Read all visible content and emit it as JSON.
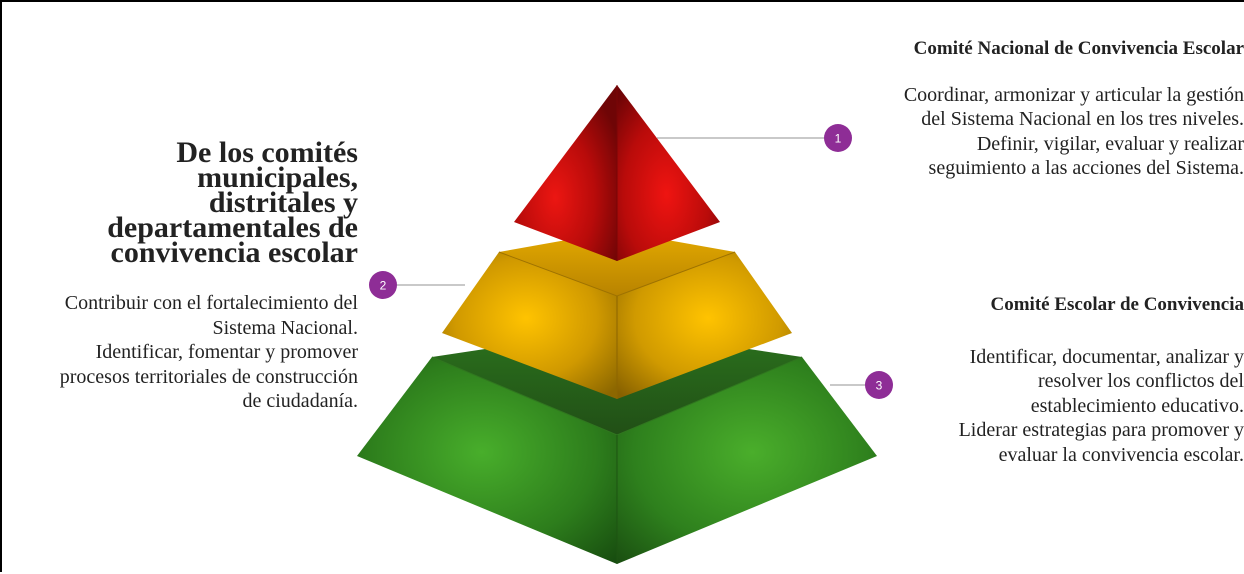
{
  "diagram": {
    "levels": [
      {
        "number": "1",
        "title": "Comité Nacional de Convivencia Escolar",
        "description": "Coordinar, armonizar y articular la gestión\ndel Sistema Nacional en los tres niveles.\nDefinir, vigilar, evaluar y realizar\nseguimiento a las acciones del Sistema."
      },
      {
        "number": "2",
        "title": "De los comités municipales,\ndistritales y departamentales de\nconvivencia escolar",
        "description": "Contribuir con el fortalecimiento del\nSistema Nacional.\nIdentificar, fomentar y promover\nprocesos territoriales de construcción\nde ciudadanía."
      },
      {
        "number": "3",
        "title": "Comité Escolar de Convivencia",
        "description": "Identificar, documentar, analizar y\nresolver los conflictos del\nestablecimiento educativo.\nLiderar estrategias para promover y\nevaluar la convivencia escolar."
      }
    ],
    "colors": {
      "top_tier": "#c8100e",
      "middle_tier": "#e2a600",
      "bottom_tier": "#3f9124",
      "badge": "#8e2d96",
      "connector": "#b7b7b7"
    }
  }
}
